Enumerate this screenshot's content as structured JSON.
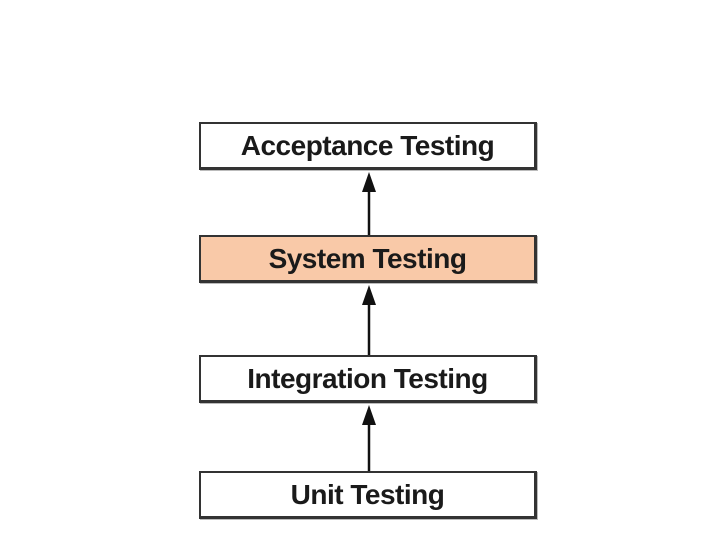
{
  "diagram": {
    "levels": [
      {
        "label": "Acceptance Testing",
        "highlighted": false
      },
      {
        "label": "System Testing",
        "highlighted": true
      },
      {
        "label": "Integration Testing",
        "highlighted": false
      },
      {
        "label": "Unit Testing",
        "highlighted": false
      }
    ],
    "flow": "Unit Testing → Integration Testing → System Testing → Acceptance Testing",
    "colors": {
      "highlight_fill": "#f9c9a8",
      "box_fill": "#ffffff",
      "border": "#333333",
      "arrow": "#111111"
    }
  }
}
